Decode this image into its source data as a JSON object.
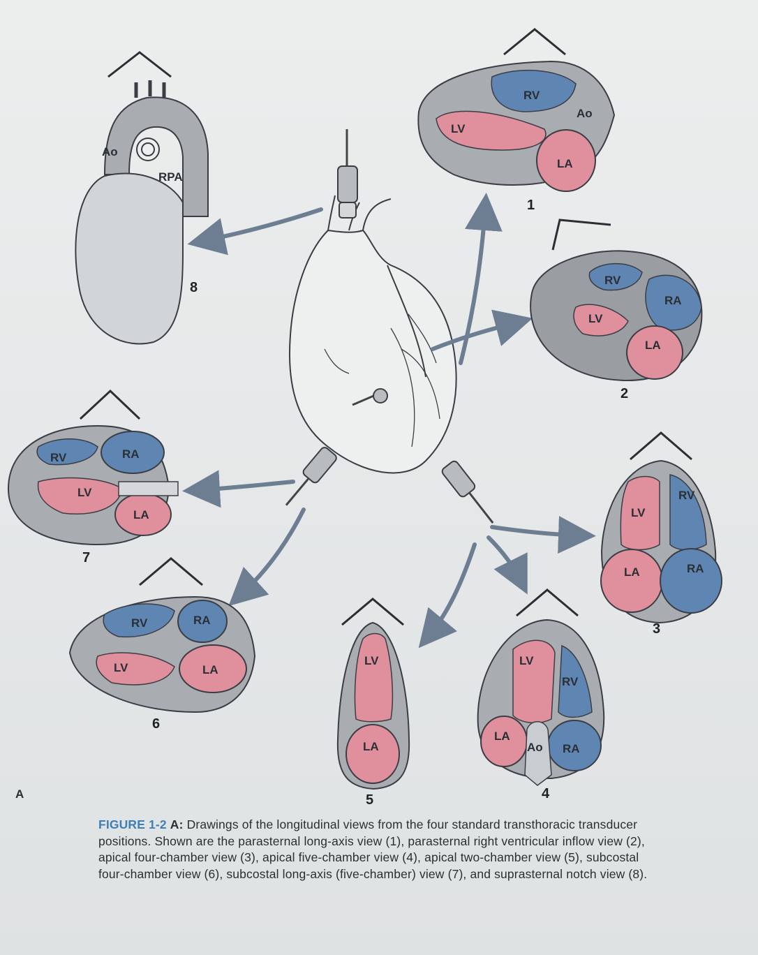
{
  "figure": {
    "panel_letter": "A",
    "label": "FIGURE 1-2",
    "sub_label": "A:",
    "caption": "Drawings of the longitudinal views from the four standard transthoracic transducer positions. Shown are the parasternal long-axis view (1), parasternal right ventricular inflow view (2), apical four-chamber view (3), apical five-chamber view (4), apical two-chamber view (5), subcostal four-chamber view (6), subcostal long-axis (five-chamber) view (7), and suprasternal notch view (8)."
  },
  "views": [
    {
      "number": "1",
      "labels": [
        "RV",
        "Ao",
        "LV",
        "LA"
      ]
    },
    {
      "number": "2",
      "labels": [
        "RV",
        "RA",
        "LV",
        "LA"
      ]
    },
    {
      "number": "3",
      "labels": [
        "LV",
        "RV",
        "LA",
        "RA"
      ]
    },
    {
      "number": "4",
      "labels": [
        "LV",
        "RV",
        "LA",
        "Ao",
        "RA"
      ]
    },
    {
      "number": "5",
      "labels": [
        "LV",
        "LA"
      ]
    },
    {
      "number": "6",
      "labels": [
        "RV",
        "RA",
        "LV",
        "LA"
      ]
    },
    {
      "number": "7",
      "labels": [
        "RV",
        "RA",
        "LV",
        "LA"
      ]
    },
    {
      "number": "8",
      "labels": [
        "Ao",
        "RPA"
      ]
    }
  ],
  "colors": {
    "right_heart": "#5f86b3",
    "left_heart": "#e08f9c",
    "tissue": "#a4a8ac",
    "arrow": "#6d7e92",
    "caption_label": "#3e7fb5"
  }
}
